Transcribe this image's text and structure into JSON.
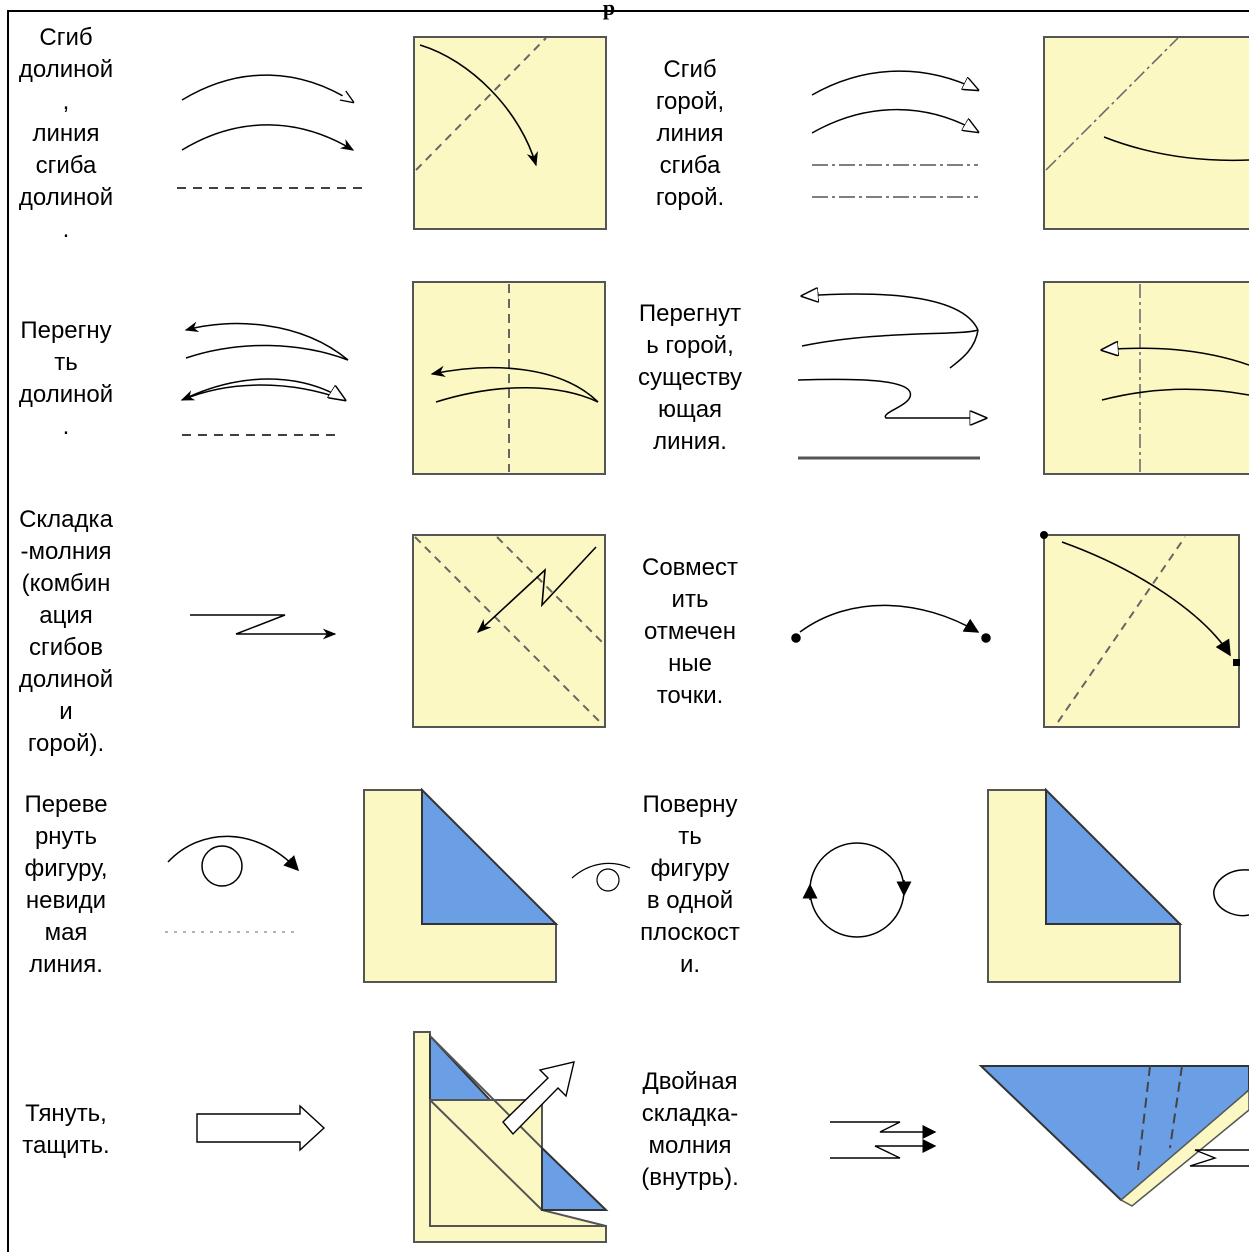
{
  "header": {
    "partial_title": "р"
  },
  "rows": [
    {
      "left_label": "Сгиб\nдолиной\n,\nлиния\nсгиба\nдолиной\n.",
      "right_label": "Сгиб\nгорой,\nлиния\nсгиба\nгорой."
    },
    {
      "left_label": "Перегну\nть\nдолиной\n.",
      "right_label": "Перегнут\nь горой,\nсуществу\nющая\nлиния."
    },
    {
      "left_label": "Складка\n-молния\n(комбин\nация\nсгибов\nдолиной\nи\nгорой).",
      "right_label": "Совмест\nить\nотмечен\nные\nточки."
    },
    {
      "left_label": "Переве\nрнуть\nфигуру,\nневиди\nмая\nлиния.",
      "right_label": "Поверну\nть\nфигуру\nв одной\nплоскост\nи."
    },
    {
      "left_label": "Тянуть,\nтащить.",
      "right_label": "Двойная\nскладка-\nмолния\n(внутрь)."
    }
  ],
  "colors": {
    "paper": "#fbf8c3",
    "blue": "#6a9fe6",
    "line": "#000000"
  }
}
